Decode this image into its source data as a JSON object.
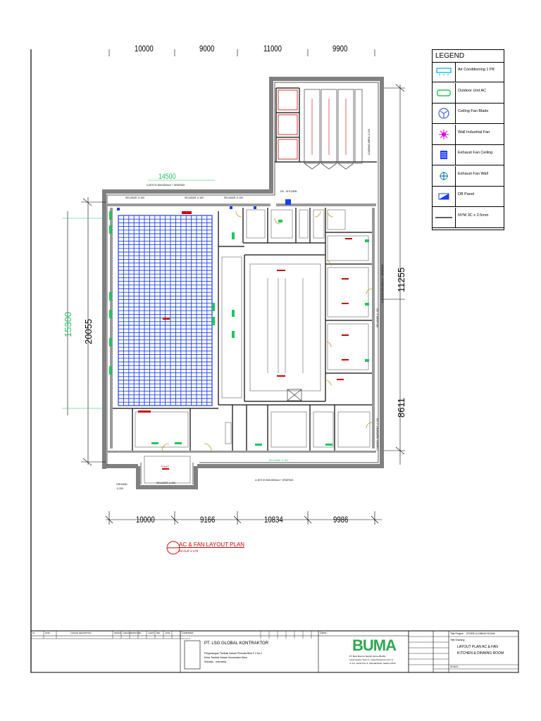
{
  "legend": {
    "title": "LEGEND",
    "items": [
      {
        "label": "Air Conditioning 1 PK",
        "icon": "ac-unit-icon"
      },
      {
        "label": "Outdoor Unit AC",
        "icon": "outdoor-unit-icon"
      },
      {
        "label": "Ceiling Fan Blade",
        "icon": "ceiling-fan-icon"
      },
      {
        "label": "Wall Industrial Fan",
        "icon": "wall-industrial-fan-icon"
      },
      {
        "label": "Exhaust Fan Ceiling",
        "icon": "exhaust-fan-ceiling-icon"
      },
      {
        "label": "Exhaust Fan Wall",
        "icon": "exhaust-fan-wall-icon"
      },
      {
        "label": "DB Panel",
        "icon": "db-panel-icon"
      },
      {
        "label": "NYM 3C x 2.5mm",
        "icon": "cable-line-icon"
      }
    ]
  },
  "dimensions": {
    "top": [
      "10000",
      "9000",
      "11000",
      "9900"
    ],
    "bottom": [
      "10000",
      "9166",
      "10834",
      "9986"
    ],
    "left_total": "20055",
    "left_green": "15300",
    "top_green": "14500",
    "right_upper": "11255",
    "right_lower": "8611"
  },
  "plan_labels": {
    "kitchen": "DS - KITCHEN",
    "selasar_1": "SELASAR -0.100",
    "selasar_2": "SELASAR -0.100",
    "selasar_3": "SELASAR -0.100",
    "selasar_bottom": "SELASAR -0.100",
    "selasar_right": "SELASAR -0.100",
    "u_ditch_top": "U-DITCH 300x300mm + GRATING",
    "u_ditch_bottom": "U-DITCH 300x300mm + GRATING",
    "u_ditch_right": "U-DITCH 300x300mm + GRATING",
    "loading_area": "LOADING AREA -0.100",
    "loading_pavement": "LOADING PAVEMENT -0.100",
    "ground": "GROUND",
    "ground_level": "-0.200",
    "toilet": "TOILET"
  },
  "drawing": {
    "title": "AC & FAN LAYOUT PLAN",
    "scale": "SCALE 1:175"
  },
  "title_block": {
    "contractor_name": "PT. LSG GLOBAL KONTRAKTOR",
    "contractor_address_1": "Pergudangan Tambak Sawah Permata Blok F 2 No.2",
    "contractor_address_2": "Desa Tambak Sawah Kecamatan Waru",
    "contractor_address_3": "Sidoarjo - Indonesia",
    "contractor_label": "Contractor :",
    "client_label": "Client :",
    "client_logo": "BUMA",
    "client_line_1": "PT. Bukit Makmur Mandiri Utama (BUMA)",
    "client_line_2": "South Quarter Tower A, Lantai Penthouse Unit 1-2",
    "client_line_3": "Jl. R.A. Kartini Kav. 8, Cilandak Barat, Jakarta 12430",
    "project_label": "Title Project :",
    "project_value": "STORE & DINING ROOM",
    "drawing_label": "Title Drawing :",
    "drawing_value_1": "LAYOUT PLAN AC & FAN",
    "drawing_value_2": "KITCHEN & DINNING ROOM",
    "scale_label": "SCALE :",
    "rev_header": [
      "No.",
      "DATE",
      "CHANGE DESCRIPTION",
      "DRAWN",
      "CHECKED",
      "APPROVED",
      "CLIENT",
      "REF.",
      "CODE"
    ]
  },
  "colors": {
    "wall": "#808080",
    "wall_dark": "#5a5a5a",
    "grid": "#1a3cff",
    "green": "#22c55e",
    "red": "#d40000",
    "magenta": "#e000e0"
  }
}
